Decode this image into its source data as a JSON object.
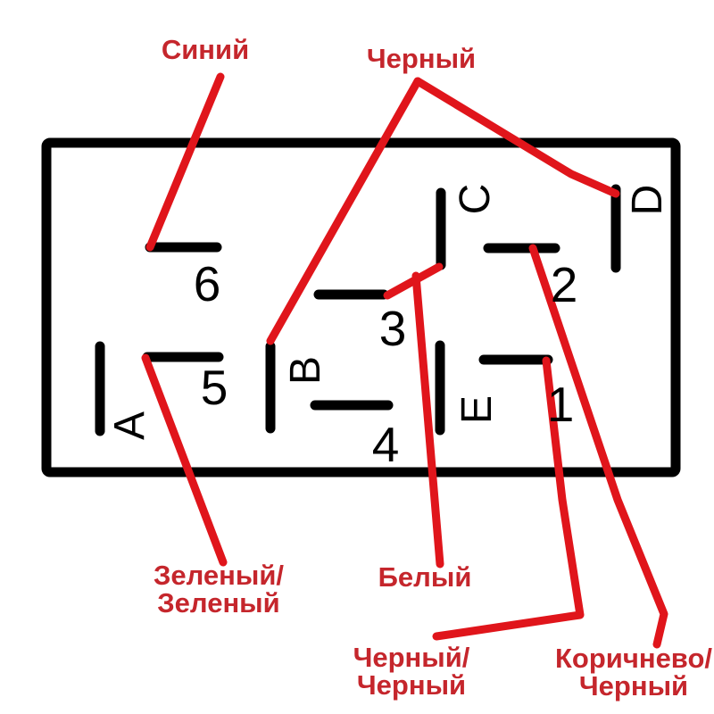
{
  "diagram": {
    "title": "connector-pinout-wiring-diagram",
    "colors": {
      "background": "#ffffff",
      "black": "#000000",
      "line_red": "#e0151b",
      "label_red": "#c5262c"
    },
    "terminals": {
      "numbers": [
        "1",
        "2",
        "3",
        "4",
        "5",
        "6"
      ],
      "letters": [
        "A",
        "B",
        "C",
        "D",
        "E"
      ]
    },
    "wire_labels": {
      "blue": "Синий",
      "black": "Черный",
      "green": {
        "line1": "Зеленый/",
        "line2": "Зеленый"
      },
      "white": "Белый",
      "black_black": {
        "line1": "Черный/",
        "line2": "Черный"
      },
      "brown_black": {
        "line1": "Коричнево/",
        "line2": "Черный"
      }
    }
  }
}
